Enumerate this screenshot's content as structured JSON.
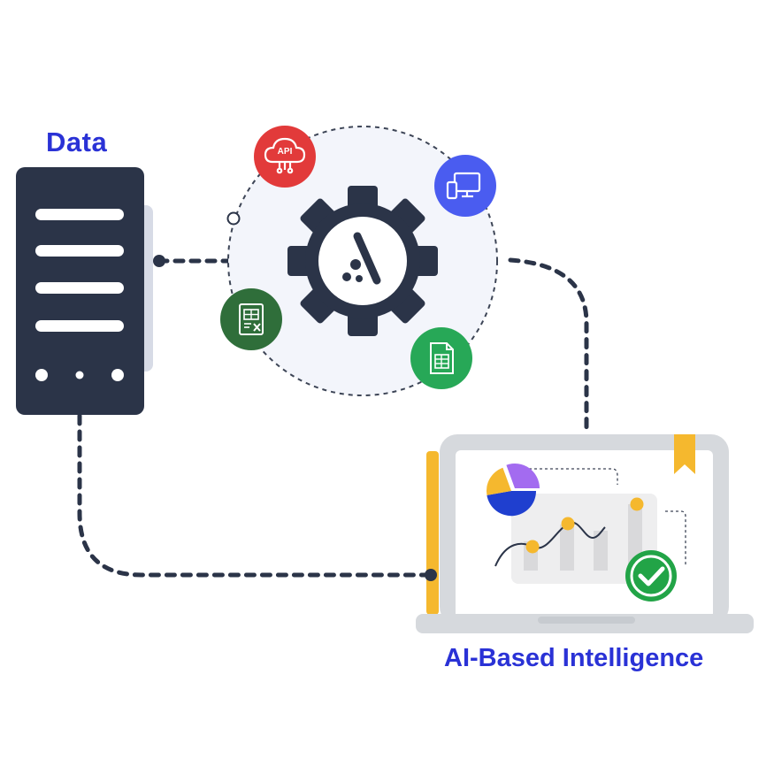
{
  "labels": {
    "data": "Data",
    "ai": "AI-Based Intelligence",
    "api_badge": "API"
  },
  "icons": [
    "server-icon",
    "gear-logo-icon",
    "api-cloud-icon",
    "devices-icon",
    "excel-sheet-icon",
    "spreadsheet-icon",
    "laptop-icon",
    "pie-chart-icon",
    "line-chart-icon",
    "checkmark-icon",
    "bookmark-icon"
  ],
  "colors": {
    "label_blue": "#2a32d6",
    "server_dark": "#2b3448",
    "api_red": "#e23a3a",
    "devices_blue": "#4a5cf0",
    "excel_green": "#2f6e3a",
    "sheet_green": "#27a857",
    "accent_yellow": "#f5b82e",
    "check_green": "#22a447",
    "pie_purple": "#a36bf0",
    "pie_blue": "#1f3fcf"
  }
}
